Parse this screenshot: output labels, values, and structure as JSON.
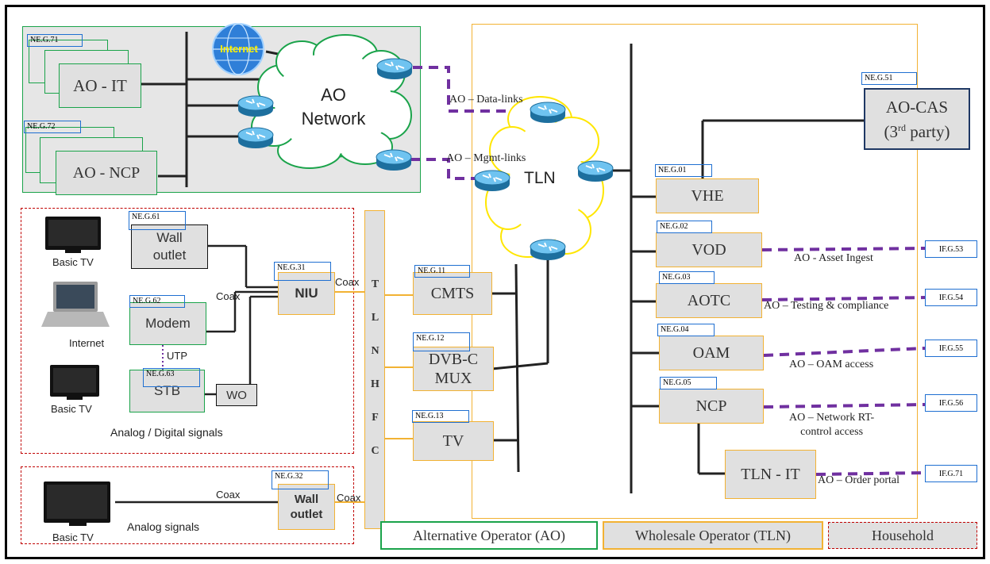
{
  "regions": {
    "ao": {
      "legend": "Alternative Operator (AO)"
    },
    "tln": {
      "legend": "Wholesale Operator (TLN)"
    },
    "household": {
      "legend": "Household"
    }
  },
  "clouds": {
    "ao_network": "AO\nNetwork",
    "tln": "TLN",
    "internet": "Internet"
  },
  "ao_nodes": {
    "ao_it": {
      "label": "AO - IT",
      "tag": "NE.G.71"
    },
    "ao_ncp": {
      "label": "AO -  NCP",
      "tag": "NE.G.72"
    }
  },
  "links": {
    "data_links": "AO – Data-links",
    "mgmt_links": "AO – Mgmt-links"
  },
  "tln_nodes": {
    "ao_cas": {
      "label_main": "AO-CAS",
      "label_sub_pre": "(3",
      "label_sub_sup": "rd",
      "label_sub_post": " party)",
      "tag": "NE.G.51"
    },
    "vhe": {
      "label": "VHE",
      "tag": "NE.G.01"
    },
    "vod": {
      "label": "VOD",
      "tag": "NE.G.02"
    },
    "aotc": {
      "label": "AOTC",
      "tag": "NE.G.03"
    },
    "oam": {
      "label": "OAM",
      "tag": "NE.G.04"
    },
    "ncp": {
      "label": "NCP",
      "tag": "NE.G.05"
    },
    "tln_it": {
      "label": "TLN - IT"
    },
    "cmts": {
      "label": "CMTS",
      "tag": "NE.G.11"
    },
    "dvbc": {
      "label_1": "DVB-C",
      "label_2": "MUX",
      "tag": "NE.G.12"
    },
    "tv": {
      "label": "TV",
      "tag": "NE.G.13"
    },
    "tln_hfc": {
      "label": "T L N  H F C"
    }
  },
  "interfaces": [
    {
      "id": "IF.G.53",
      "label": "AO - Asset Ingest"
    },
    {
      "id": "IF.G.54",
      "label": "AO – Testing & compliance"
    },
    {
      "id": "IF.G.55",
      "label": "AO – OAM access"
    },
    {
      "id": "IF.G.56",
      "label": "AO – Network RT-\ncontrol access"
    },
    {
      "id": "IF.G.71",
      "label": "AO – Order portal"
    }
  ],
  "household": {
    "basic_tv_1": "Basic TV",
    "laptop": "Internet",
    "basic_tv_2": "Basic TV",
    "basic_tv_3": "Basic TV",
    "wall_outlet_1": {
      "label": "Wall\noutlet",
      "tag": "NE.G.61"
    },
    "modem": {
      "label": "Modem",
      "tag": "NE.G.62"
    },
    "stb": {
      "label": "STB",
      "tag": "NE.G.63"
    },
    "wo": "WO",
    "niu": {
      "label": "NIU",
      "tag": "NE.G.31"
    },
    "wall_outlet_2": {
      "label": "Wall\noutlet",
      "tag": "NE.G.32"
    },
    "coax_1": "Coax",
    "coax_2": "Coax",
    "coax_3": "Coax",
    "coax_4": "Coax",
    "utp": "UTP",
    "signals_1": "Analog / Digital signals",
    "signals_2": "Analog signals"
  }
}
